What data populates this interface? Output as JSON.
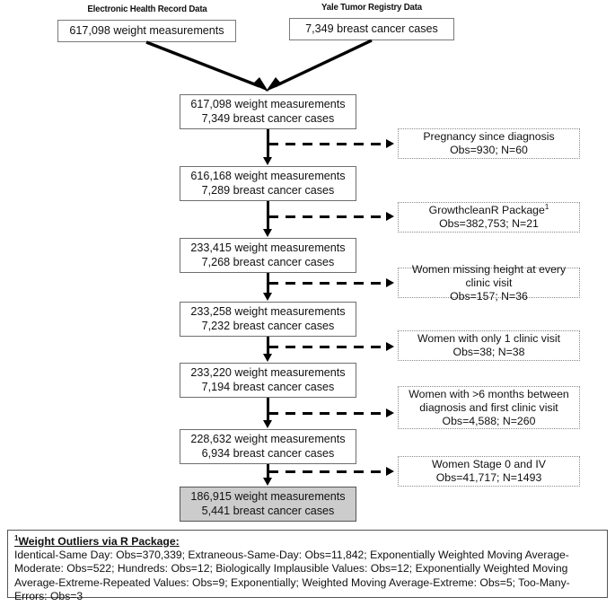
{
  "figure": {
    "type": "flowchart",
    "title": "Cohort derivation flow diagram"
  },
  "sources": [
    {
      "header": "Electronic Health Record Data",
      "box": "617,098 weight measurements"
    },
    {
      "header": "Yale Tumor Registry Data",
      "box": "7,349 breast cancer cases"
    }
  ],
  "flow_boxes": [
    {
      "line1": "617,098 weight measurements",
      "line2": "7,349 breast cancer cases",
      "highlight": false
    },
    {
      "line1": "616,168 weight measurements",
      "line2": "7,289 breast cancer cases",
      "highlight": false
    },
    {
      "line1": "233,415 weight measurements",
      "line2": "7,268 breast cancer cases",
      "highlight": false
    },
    {
      "line1": "233,258 weight measurements",
      "line2": "7,232 breast cancer cases",
      "highlight": false
    },
    {
      "line1": "233,220 weight measurements",
      "line2": "7,194 breast cancer cases",
      "highlight": false
    },
    {
      "line1": "228,632 weight measurements",
      "line2": "6,934 breast cancer cases",
      "highlight": false
    },
    {
      "line1": "186,915 weight measurements",
      "line2": "5,441 breast cancer cases",
      "highlight": true
    }
  ],
  "exclusions": [
    {
      "line1": "Pregnancy since diagnosis",
      "line2": "",
      "line3": "Obs=930; N=60",
      "footnote_marker": ""
    },
    {
      "line1": "GrowthcleanR Package",
      "line2": "",
      "line3": "Obs=382,753; N=21",
      "footnote_marker": "1"
    },
    {
      "line1": "Women missing height at every clinic visit",
      "line2": "",
      "line3": "Obs=157; N=36",
      "footnote_marker": ""
    },
    {
      "line1": "Women with only 1 clinic visit",
      "line2": "",
      "line3": "Obs=38; N=38",
      "footnote_marker": ""
    },
    {
      "line1": "Women with >6 months between",
      "line2": "diagnosis and first clinic visit",
      "line3": "Obs=4,588; N=260",
      "footnote_marker": ""
    },
    {
      "line1": "Women Stage 0 and IV",
      "line2": "",
      "line3": "Obs=41,717; N=1493",
      "footnote_marker": ""
    }
  ],
  "footnote": {
    "marker": "1",
    "heading": "Weight Outliers via R Package:",
    "body": "Identical-Same Day: Obs=370,339; Extraneous-Same-Day: Obs=11,842; Exponentially Weighted Moving Average-Moderate: Obs=522; Hundreds: Obs=12; Biologically Implausible Values: Obs=12; Exponentially Weighted Moving Average-Extreme-Repeated Values: Obs=9; Exponentially; Weighted Moving Average-Extreme: Obs=5; Too-Many-Errors: Obs=3"
  },
  "colors": {
    "highlight_fill": "#cccccc",
    "box_border": "#6e6e6e",
    "dashed_border": "#8a8a8a",
    "arrow": "#000000",
    "background": "#ffffff"
  }
}
